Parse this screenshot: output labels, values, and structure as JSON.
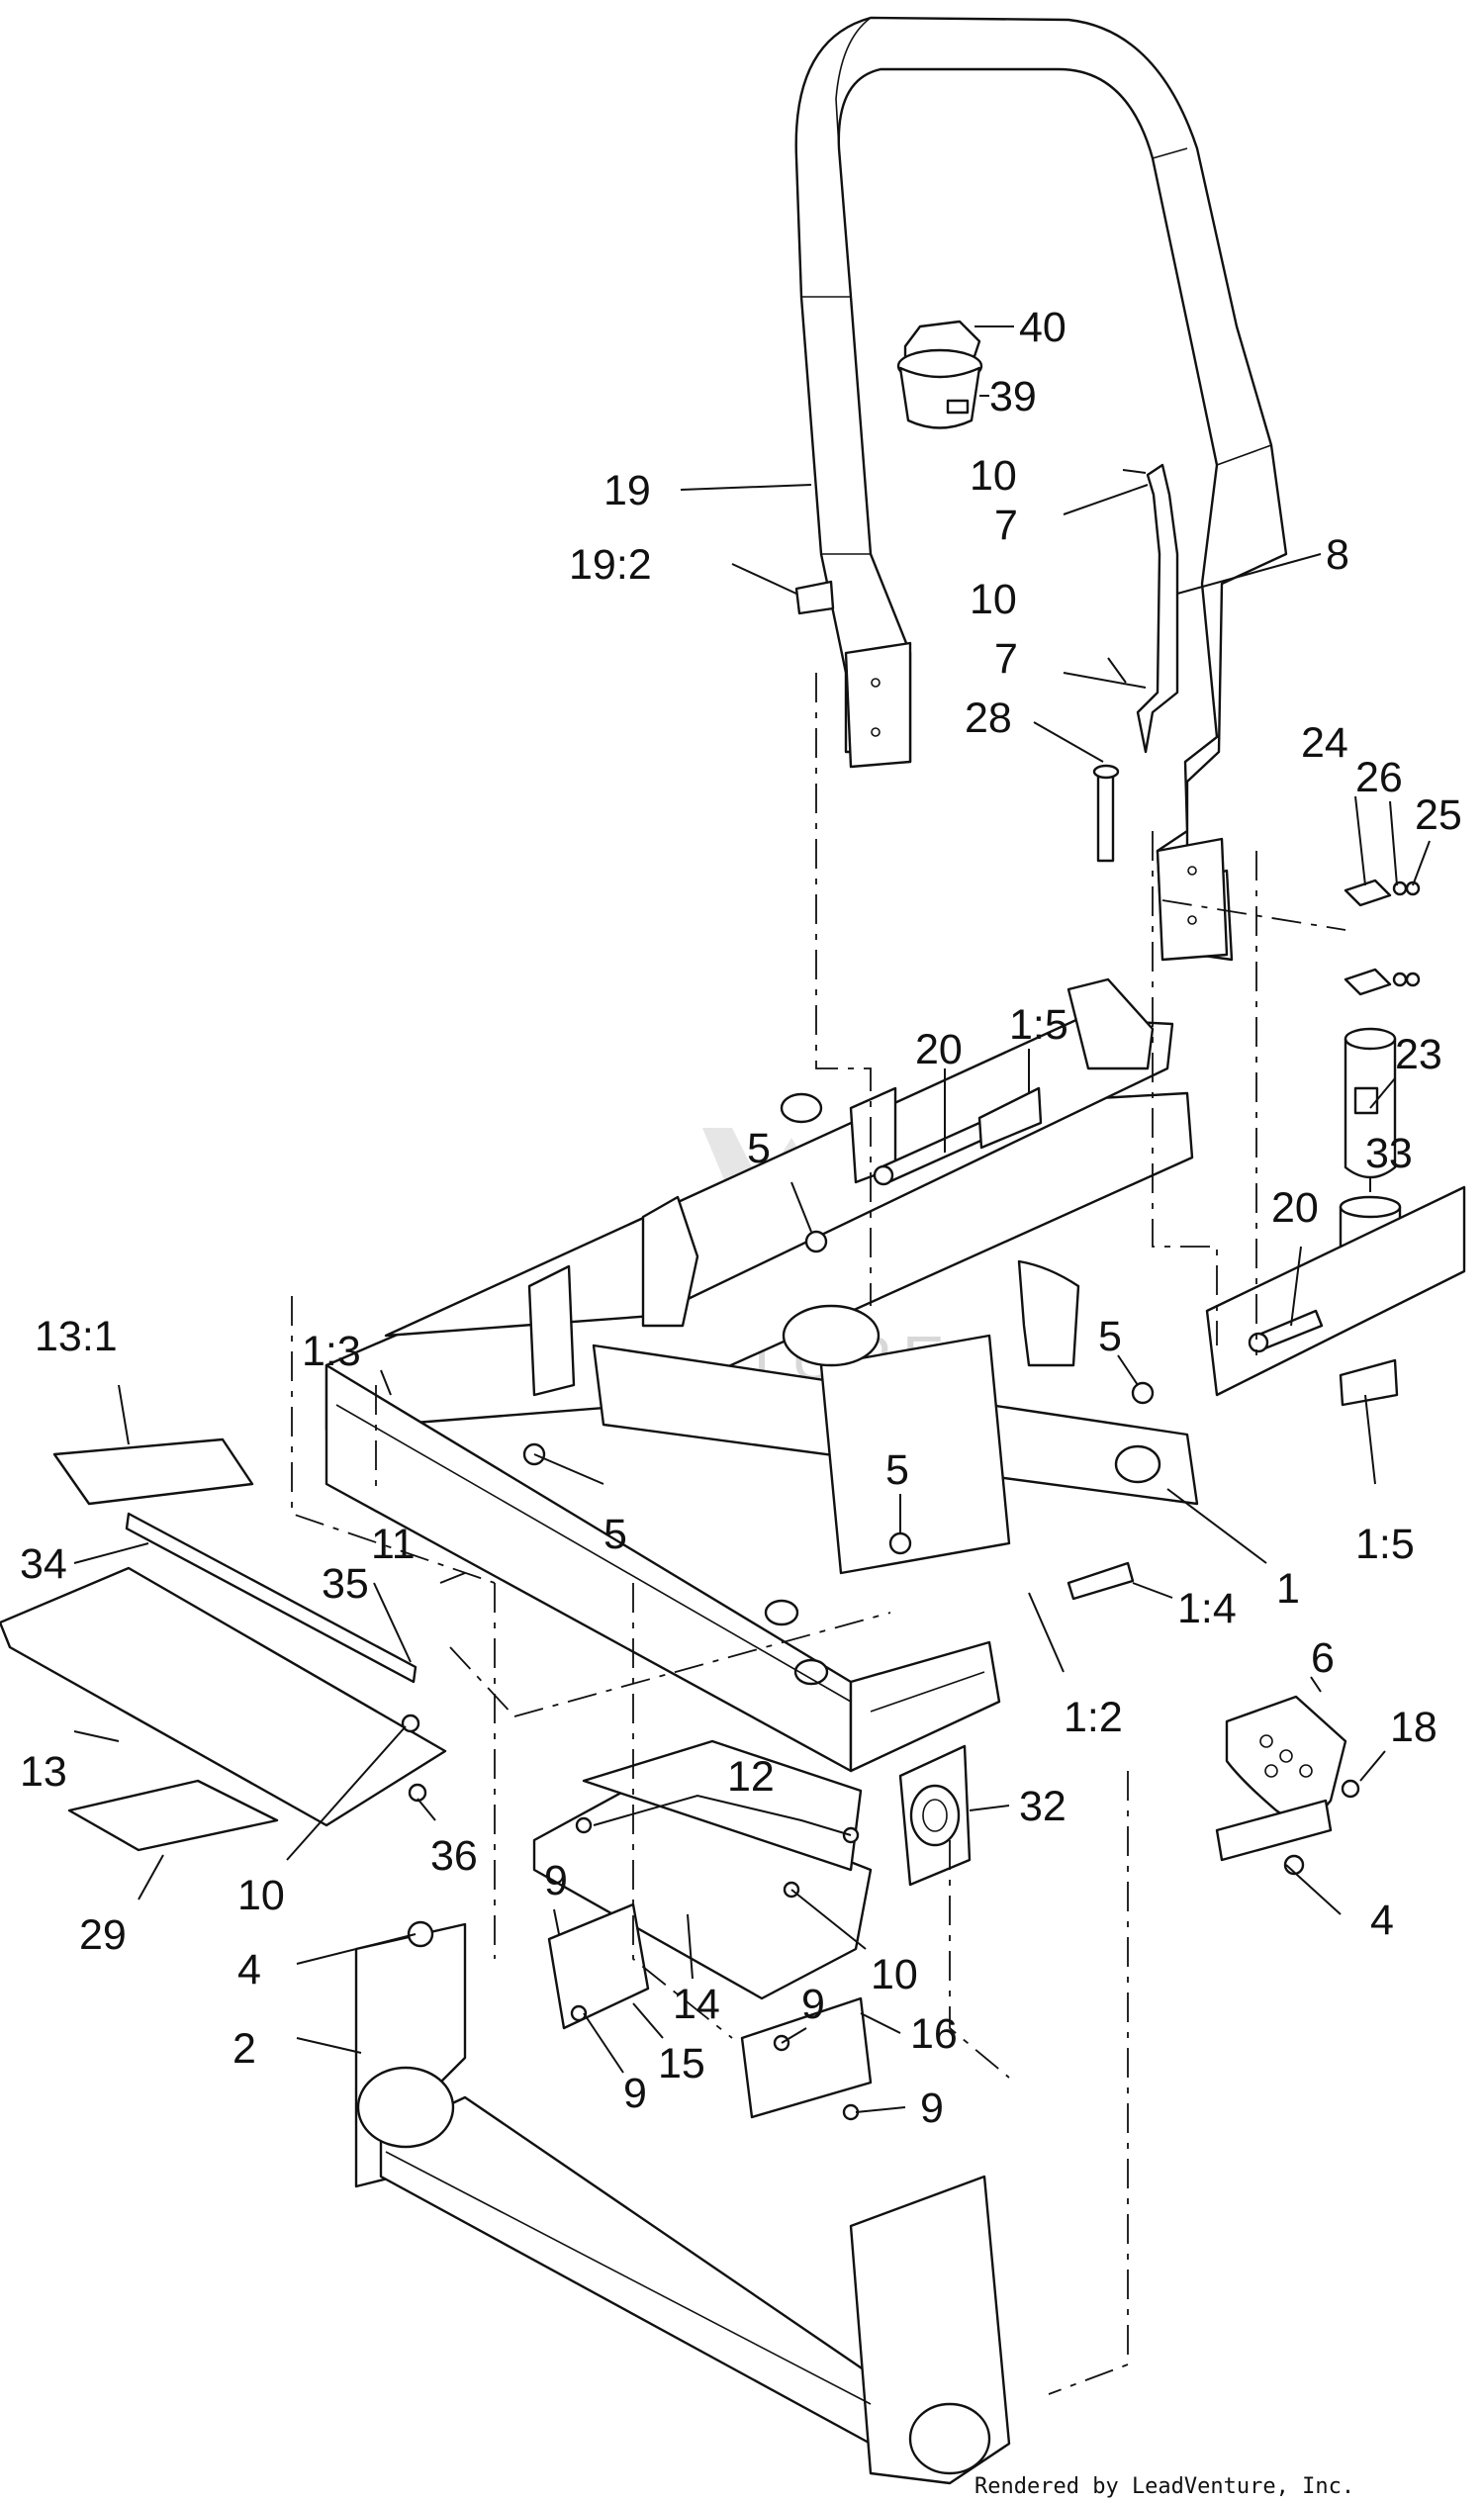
{
  "callouts": [
    {
      "id": "c-40",
      "text": "40"
    },
    {
      "id": "c-39",
      "text": "39"
    },
    {
      "id": "c-19",
      "text": "19"
    },
    {
      "id": "c-19-2",
      "text": "19:2"
    },
    {
      "id": "c-10-a",
      "text": "10"
    },
    {
      "id": "c-7-a",
      "text": "7"
    },
    {
      "id": "c-8",
      "text": "8"
    },
    {
      "id": "c-10-b",
      "text": "10"
    },
    {
      "id": "c-7-b",
      "text": "7"
    },
    {
      "id": "c-28",
      "text": "28"
    },
    {
      "id": "c-24",
      "text": "24"
    },
    {
      "id": "c-26",
      "text": "26"
    },
    {
      "id": "c-25",
      "text": "25"
    },
    {
      "id": "c-1-5-a",
      "text": "1:5"
    },
    {
      "id": "c-20-a",
      "text": "20"
    },
    {
      "id": "c-23",
      "text": "23"
    },
    {
      "id": "c-5-a",
      "text": "5"
    },
    {
      "id": "c-33",
      "text": "33"
    },
    {
      "id": "c-20-b",
      "text": "20"
    },
    {
      "id": "c-13-1",
      "text": "13:1"
    },
    {
      "id": "c-1-3",
      "text": "1:3"
    },
    {
      "id": "c-5-b",
      "text": "5"
    },
    {
      "id": "c-5-c",
      "text": "5"
    },
    {
      "id": "c-5-d",
      "text": "5"
    },
    {
      "id": "c-1-5-b",
      "text": "1:5"
    },
    {
      "id": "c-34",
      "text": "34"
    },
    {
      "id": "c-11",
      "text": "11"
    },
    {
      "id": "c-35",
      "text": "35"
    },
    {
      "id": "c-1",
      "text": "1"
    },
    {
      "id": "c-1-4",
      "text": "1:4"
    },
    {
      "id": "c-6",
      "text": "6"
    },
    {
      "id": "c-18",
      "text": "18"
    },
    {
      "id": "c-1-2",
      "text": "1:2"
    },
    {
      "id": "c-13",
      "text": "13"
    },
    {
      "id": "c-12",
      "text": "12"
    },
    {
      "id": "c-32",
      "text": "32"
    },
    {
      "id": "c-36",
      "text": "36"
    },
    {
      "id": "c-10-c",
      "text": "10"
    },
    {
      "id": "c-29",
      "text": "29"
    },
    {
      "id": "c-9-a",
      "text": "9"
    },
    {
      "id": "c-4-a",
      "text": "4"
    },
    {
      "id": "c-4-b",
      "text": "4"
    },
    {
      "id": "c-10-d",
      "text": "10"
    },
    {
      "id": "c-14",
      "text": "14"
    },
    {
      "id": "c-9-b",
      "text": "9"
    },
    {
      "id": "c-16",
      "text": "16"
    },
    {
      "id": "c-2",
      "text": "2"
    },
    {
      "id": "c-15",
      "text": "15"
    },
    {
      "id": "c-9-c",
      "text": "9"
    },
    {
      "id": "c-9-d",
      "text": "9"
    }
  ],
  "watermark": "ADVENTURE",
  "footer": "Rendered by LeadVenture, Inc."
}
